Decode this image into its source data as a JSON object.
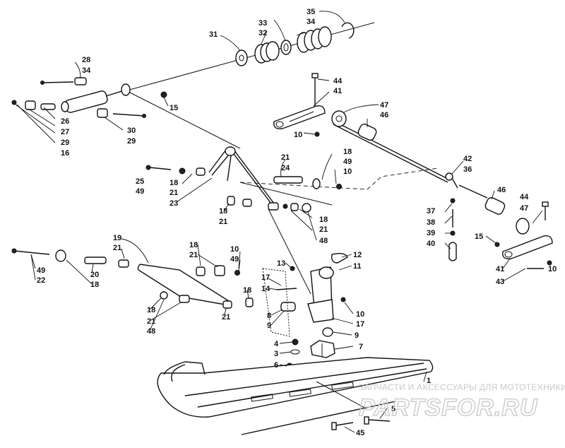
{
  "callouts": [
    {
      "t": "35"
    },
    {
      "t": "34"
    },
    {
      "t": "33"
    },
    {
      "t": "32"
    },
    {
      "t": "31"
    },
    {
      "t": "28"
    },
    {
      "t": "34"
    },
    {
      "t": "15"
    },
    {
      "t": "26"
    },
    {
      "t": "27"
    },
    {
      "t": "29"
    },
    {
      "t": "16"
    },
    {
      "t": "30"
    },
    {
      "t": "29"
    },
    {
      "t": "44"
    },
    {
      "t": "41"
    },
    {
      "t": "47"
    },
    {
      "t": "46"
    },
    {
      "t": "10"
    },
    {
      "t": "21"
    },
    {
      "t": "24"
    },
    {
      "t": "18"
    },
    {
      "t": "49"
    },
    {
      "t": "10"
    },
    {
      "t": "42"
    },
    {
      "t": "36"
    },
    {
      "t": "25"
    },
    {
      "t": "49"
    },
    {
      "t": "18"
    },
    {
      "t": "21"
    },
    {
      "t": "23"
    },
    {
      "t": "18"
    },
    {
      "t": "21"
    },
    {
      "t": "18"
    },
    {
      "t": "21"
    },
    {
      "t": "48"
    },
    {
      "t": "46"
    },
    {
      "t": "44"
    },
    {
      "t": "47"
    },
    {
      "t": "37"
    },
    {
      "t": "38"
    },
    {
      "t": "39"
    },
    {
      "t": "40"
    },
    {
      "t": "15"
    },
    {
      "t": "19"
    },
    {
      "t": "21"
    },
    {
      "t": "18"
    },
    {
      "t": "21"
    },
    {
      "t": "10"
    },
    {
      "t": "49"
    },
    {
      "t": "12"
    },
    {
      "t": "11"
    },
    {
      "t": "13"
    },
    {
      "t": "49"
    },
    {
      "t": "22"
    },
    {
      "t": "20"
    },
    {
      "t": "18"
    },
    {
      "t": "17"
    },
    {
      "t": "14"
    },
    {
      "t": "18"
    },
    {
      "t": "41"
    },
    {
      "t": "43"
    },
    {
      "t": "10"
    },
    {
      "t": "8"
    },
    {
      "t": "9"
    },
    {
      "t": "10"
    },
    {
      "t": "17"
    },
    {
      "t": "18"
    },
    {
      "t": "21"
    },
    {
      "t": "48"
    },
    {
      "t": "21"
    },
    {
      "t": "9"
    },
    {
      "t": "4"
    },
    {
      "t": "3"
    },
    {
      "t": "7"
    },
    {
      "t": "6"
    },
    {
      "t": "1"
    },
    {
      "t": "5"
    },
    {
      "t": "45"
    }
  ],
  "watermark": {
    "caption": "ЗАПЧАСТИ И АКСЕССУАРЫ ДЛЯ МОТОТЕХНИКИ",
    "logo": "PARTSFOR.RU"
  }
}
